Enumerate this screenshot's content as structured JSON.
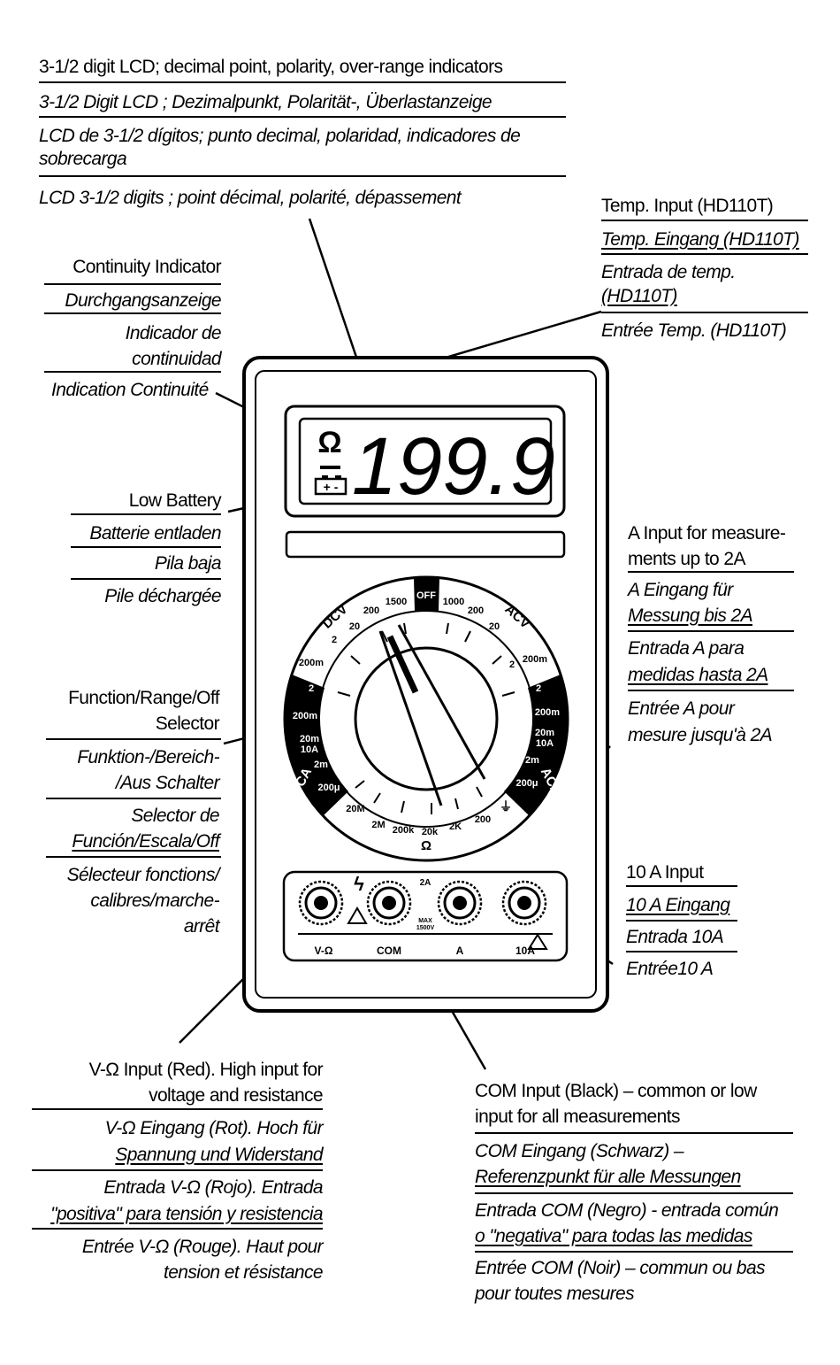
{
  "lcd": {
    "en": "3-1/2 digit LCD; decimal point, polarity, over-range indicators",
    "de": "3-1/2 Digit LCD ; Dezimalpunkt, Polarität-, Überlastanzeige",
    "es_1": "LCD de 3-1/2 dígitos; punto decimal, polaridad, indicadores de",
    "es_2": "sobrecarga",
    "fr": "LCD 3-1/2 digits ; point décimal, polarité, dépassement"
  },
  "temp": {
    "en": "Temp. Input (HD110T)",
    "de": "Temp. Eingang (HD110T)",
    "es_1": "Entrada de temp.",
    "es_2": "(HD110T)",
    "fr": "Entrée Temp. (HD110T)"
  },
  "continuity": {
    "en": "Continuity Indicator",
    "de": "Durchgangsanzeige",
    "es_1": "Indicador de",
    "es_2": "continuidad",
    "fr": "Indication Continuité"
  },
  "battery": {
    "en": "Low Battery",
    "de": "Batterie entladen",
    "es": "Pila baja",
    "fr": "Pile déchargée"
  },
  "a_input": {
    "en_1": "A Input for measure-",
    "en_2": "ments up to 2A",
    "de_1": "A Eingang für",
    "de_2": "Messung bis 2A",
    "es_1": "Entrada A para",
    "es_2": "medidas hasta 2A",
    "fr_1": "Entrée A pour",
    "fr_2": "mesure jusqu'à 2A"
  },
  "selector": {
    "en_1": "Function/Range/Off",
    "en_2": "Selector",
    "de_1": "Funktion-/Bereich-",
    "de_2": "/Aus Schalter",
    "es_1": "Selector de",
    "es_2": "Función/Escala/Off",
    "fr_1": "Sélecteur fonctions/",
    "fr_2": "calibres/marche-",
    "fr_3": "arrêt"
  },
  "tenA": {
    "en": "10 A Input",
    "de": "10 A Eingang",
    "es": "Entrada 10A",
    "fr": "Entrée10 A"
  },
  "vohm": {
    "en_1": "V-Ω Input (Red). High input for",
    "en_2": "voltage and resistance",
    "de_1": "V-Ω Eingang (Rot). Hoch für",
    "de_2": "Spannung und Widerstand",
    "es_1": "Entrada V-Ω (Rojo). Entrada",
    "es_2": "\"positiva\" para tensión y resistencia",
    "fr_1": "Entrée V-Ω (Rouge). Haut pour",
    "fr_2": "tension et résistance"
  },
  "com": {
    "en_1": "COM Input (Black) – common or low",
    "en_2": "input for all  measurements",
    "de_1": "COM Eingang (Schwarz) –",
    "de_2": "Referenzpunkt für alle Messungen",
    "es_1": "Entrada COM (Negro) - entrada común",
    "es_2": "o \"negativa\" para todas las medidas",
    "fr_1": "Entrée COM (Noir) – commun ou bas",
    "fr_2": "pour toutes mesures"
  },
  "meter": {
    "display_value": "199.9",
    "ohm_symbol": "Ω",
    "battery_symbol": "+ -",
    "dial": {
      "off": "OFF",
      "dcv": "DCV",
      "acv": "ACV",
      "dca": "DCA",
      "aca": "ACA",
      "ohm": "Ω",
      "dcv_ranges": [
        "200m",
        "2",
        "20",
        "200",
        "1500"
      ],
      "acv_ranges": [
        "1000",
        "200",
        "20",
        "2",
        "200m"
      ],
      "dca_ranges": [
        "2",
        "200m",
        "20m",
        "10A",
        "2m",
        "200μ"
      ],
      "aca_ranges": [
        "2",
        "200m",
        "20m",
        "10A",
        "2m",
        "200μ"
      ],
      "ohm_ranges": [
        "20M",
        "2M",
        "200k",
        "20k",
        "2K",
        "200"
      ]
    },
    "jacks": {
      "vohm": "V-Ω",
      "com": "COM",
      "a": "A",
      "tenA": "10A",
      "two_a_max": "2A",
      "max": "MAX",
      "max_v": "1500V"
    }
  }
}
